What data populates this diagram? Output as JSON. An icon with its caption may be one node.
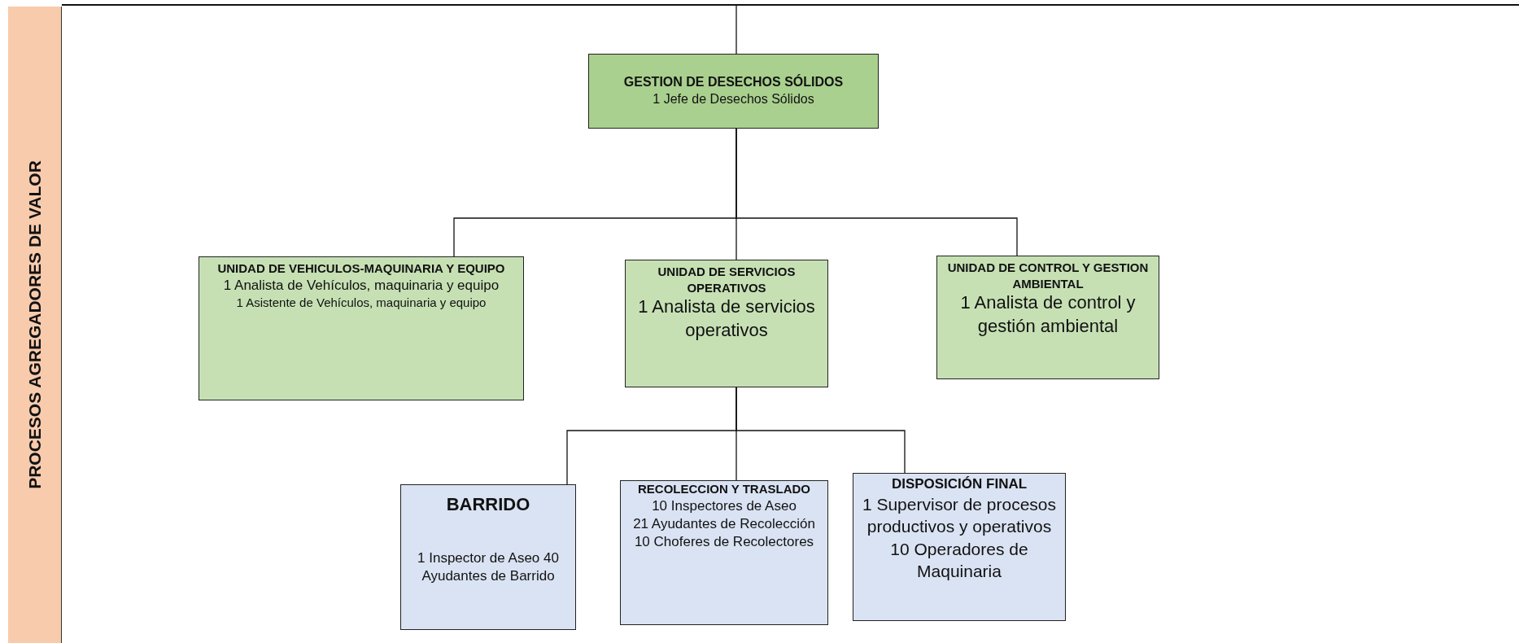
{
  "diagram": {
    "nodes": [
      {
        "text": [
          "PROCESOS AGREGADORES DE VALOR"
        ]
      },
      {
        "text": [
          "GESTION DE DESECHOS SÓLIDOS",
          "1 Jefe de Desechos Sólidos"
        ]
      },
      {
        "text": [
          "UNIDAD DE VEHICULOS-MAQUINARIA Y EQUIPO",
          "1 Analista de Vehículos, maquinaria y equipo",
          "1 Asistente de Vehículos, maquinaria y equipo"
        ]
      },
      {
        "text": [
          "UNIDAD DE SERVICIOS OPERATIVOS",
          "1 Analista de servicios operativos"
        ]
      },
      {
        "text": [
          "UNIDAD DE CONTROL Y GESTION AMBIENTAL",
          "1 Analista de control y gestión ambiental"
        ]
      },
      {
        "text": [
          "BARRIDO",
          "1 Inspector de Aseo 40 Ayudantes de Barrido"
        ]
      },
      {
        "text": [
          "RECOLECCION Y TRASLADO",
          "10 Inspectores de Aseo",
          "21 Ayudantes de Recolección",
          "10 Choferes de Recolectores"
        ]
      },
      {
        "text": [
          "DISPOSICIÓN FINAL",
          "1 Supervisor de procesos productivos y operativos",
          "10 Operadores de Maquinaria"
        ]
      }
    ],
    "edges": [
      {
        "from": null,
        "to": 1,
        "arrow": "none"
      },
      {
        "from": 1,
        "to": 2,
        "arrow": "none"
      },
      {
        "from": 1,
        "to": 3,
        "arrow": "none"
      },
      {
        "from": 1,
        "to": 4,
        "arrow": "none"
      },
      {
        "from": 3,
        "to": 5,
        "arrow": "none"
      },
      {
        "from": 3,
        "to": 6,
        "arrow": "none"
      },
      {
        "from": 3,
        "to": 7,
        "arrow": "none"
      }
    ]
  }
}
